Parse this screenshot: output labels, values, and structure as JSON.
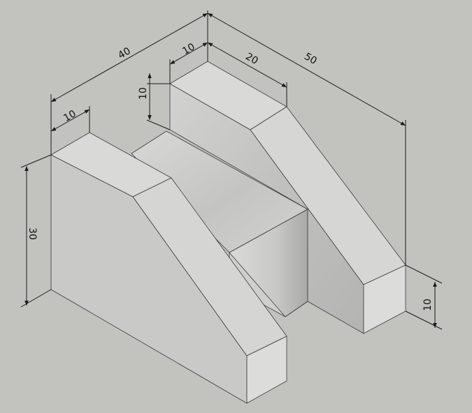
{
  "dimensions": {
    "total_width": "40",
    "total_depth": "50",
    "left_block_width": "10",
    "rear_block_width": "10",
    "rear_slope_depth": "20",
    "rear_step_height": "10",
    "overall_height": "30",
    "front_step_height": "10"
  },
  "colors": {
    "background": "#c2c2be",
    "top_face": "#d9d9d7",
    "left_face": "#c8c8c6",
    "right_face": "#d4d4d2",
    "groove_floor": "#c6c6c4",
    "groove_wall": "#bdbdbb",
    "line": "#1a1a1a"
  }
}
